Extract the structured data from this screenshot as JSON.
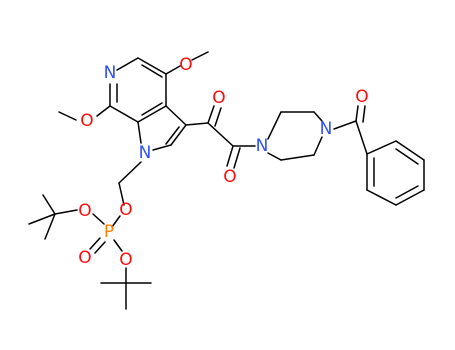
{
  "molecule": {
    "colors": {
      "bond": "#000000",
      "nitrogen": "#3050f8",
      "oxygen": "#ff0d0d",
      "phosphorus": "#ff8000",
      "background": "#ffffff"
    },
    "atom_labels": {
      "pyridine_n": "N",
      "methoxy_o_top": "O",
      "methoxy_o_left": "O",
      "keto_o_1": "O",
      "keto_o_2": "O",
      "piperazine_n_left": "N",
      "piperazine_n_right": "N",
      "benzoyl_o": "O",
      "pyrrole_n": "N",
      "ester_o_ch2": "O",
      "phosphorus": "P",
      "phosphoryl_o": "O",
      "tbu_o_upper": "O",
      "tbu_o_lower": "O"
    }
  }
}
